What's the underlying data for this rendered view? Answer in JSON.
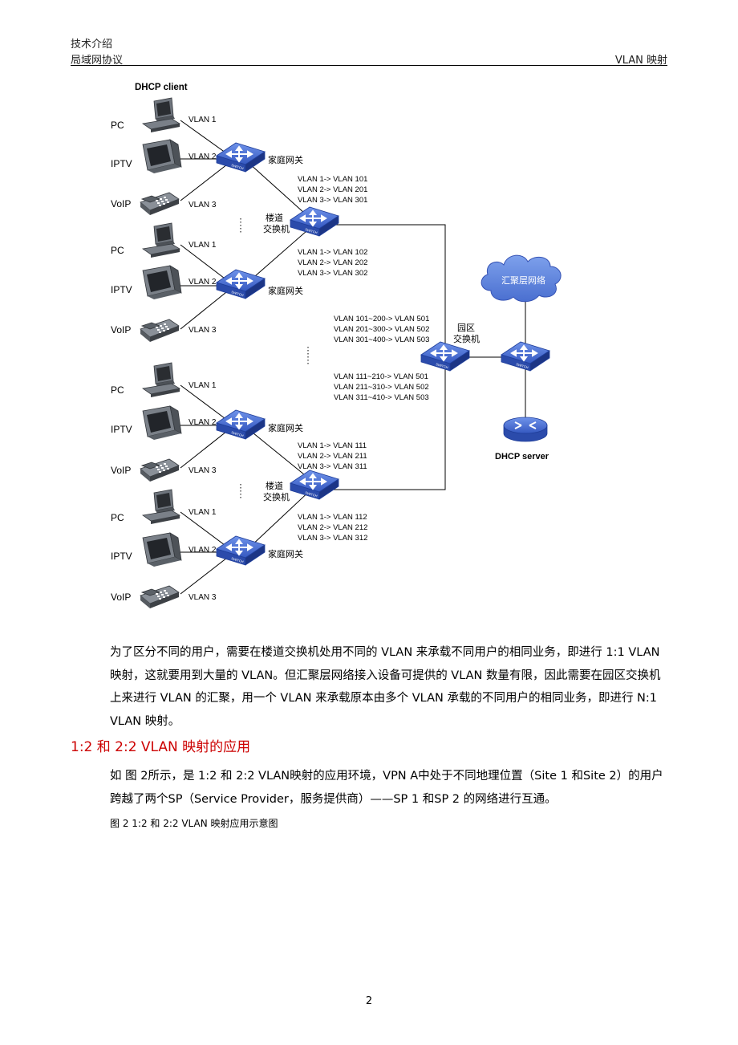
{
  "header": {
    "line1": "技术介绍",
    "line2": "局域网协议",
    "right": "VLAN 映射"
  },
  "diagram": {
    "dhcp_client_label": "DHCP client",
    "devices": [
      {
        "pc": "PC",
        "iptv": "IPTV",
        "voip": "VoIP"
      },
      {
        "pc": "PC",
        "iptv": "IPTV",
        "voip": "VoIP"
      },
      {
        "pc": "PC",
        "iptv": "IPTV",
        "voip": "VoIP"
      },
      {
        "pc": "PC",
        "iptv": "IPTV",
        "voip": "VoIP"
      }
    ],
    "vlan_labels": [
      "VLAN 1",
      "VLAN 2",
      "VLAN 3"
    ],
    "home_gateway": "家庭网关",
    "floor_switch_line1": "楼道",
    "floor_switch_line2": "交换机",
    "campus_switch_line1": "园区",
    "campus_switch_line2": "交换机",
    "aggregation_network": "汇聚层网络",
    "dhcp_server": "DHCP server",
    "mappings_gw1": [
      "VLAN 1-> VLAN 101",
      "VLAN 2-> VLAN 201",
      "VLAN 3-> VLAN 301"
    ],
    "mappings_gw2": [
      "VLAN 1-> VLAN 102",
      "VLAN 2-> VLAN 202",
      "VLAN 3-> VLAN 302"
    ],
    "mappings_gw3": [
      "VLAN 1-> VLAN 111",
      "VLAN 2-> VLAN 211",
      "VLAN 3-> VLAN 311"
    ],
    "mappings_gw4": [
      "VLAN 1-> VLAN 112",
      "VLAN 2-> VLAN 212",
      "VLAN 3-> VLAN 312"
    ],
    "campus_mappings_top": [
      "VLAN 101~200-> VLAN 501",
      "VLAN 201~300-> VLAN 502",
      "VLAN 301~400-> VLAN 503"
    ],
    "campus_mappings_bottom": [
      "VLAN 111~210-> VLAN 501",
      "VLAN 211~310-> VLAN 502",
      "VLAN 311~410-> VLAN 503"
    ],
    "switch_badge": "SWITCH"
  },
  "body": {
    "paragraph1": "为了区分不同的用户，需要在楼道交换机处用不同的 VLAN 来承载不同用户的相同业务，即进行 1:1 VLAN 映射，这就要用到大量的 VLAN。但汇聚层网络接入设备可提供的 VLAN 数量有限，因此需要在园区交换机上来进行 VLAN 的汇聚，用一个 VLAN 来承载原本由多个 VLAN 承载的不同用户的相同业务，即进行 N:1 VLAN 映射。",
    "section_heading": "1:2 和 2:2 VLAN 映射的应用",
    "paragraph2": "如 图 2所示，是 1:2 和 2:2 VLAN映射的应用环境，VPN A中处于不同地理位置（Site 1 和Site 2）的用户跨越了两个SP（Service Provider，服务提供商）——SP 1 和SP 2 的网络进行互通。",
    "figure_caption": "图 2  1:2 和 2:2 VLAN 映射应用示意图"
  },
  "footer": {
    "page_number": "2"
  },
  "colors": {
    "switch_blue": "#3a62c6",
    "switch_dark": "#1f3e9a",
    "heading_red": "#cc0000",
    "device_gray": "#6b7078"
  }
}
